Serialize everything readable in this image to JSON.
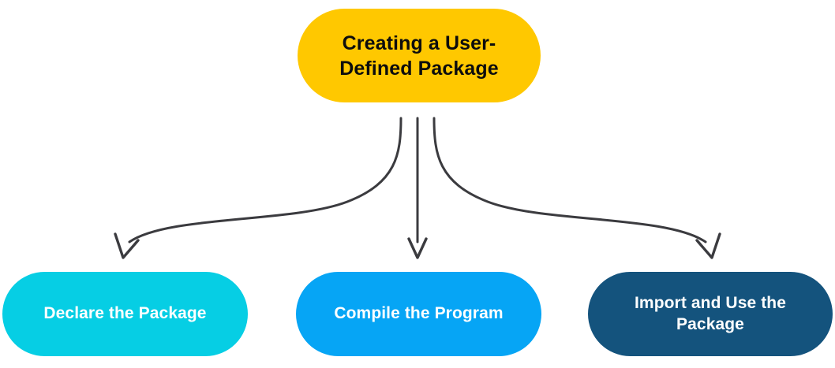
{
  "diagram": {
    "title": "Creating a User-Defined Package",
    "type": "flowchart",
    "background_color": "#FFFFFF",
    "connector_color": "#3B3B3F",
    "root": {
      "label": "Creating a User-Defined Package",
      "fill_color": "#FFC800",
      "text_color": "#0D0D0D"
    },
    "steps": [
      {
        "label": "Declare the Package",
        "fill_color": "#06CEE4",
        "text_color": "#FFFFFF"
      },
      {
        "label": "Compile the Program",
        "fill_color": "#06A5F5",
        "text_color": "#FFFFFF"
      },
      {
        "label": "Import and Use the Package",
        "fill_color": "#14537D",
        "text_color": "#FFFFFF"
      }
    ],
    "connectors": [
      {
        "name": "root-to-declare",
        "style": "curved-arrow",
        "direction": "down-left"
      },
      {
        "name": "root-to-compile",
        "style": "straight-arrow",
        "direction": "down"
      },
      {
        "name": "root-to-import",
        "style": "curved-arrow",
        "direction": "down-right"
      }
    ]
  }
}
